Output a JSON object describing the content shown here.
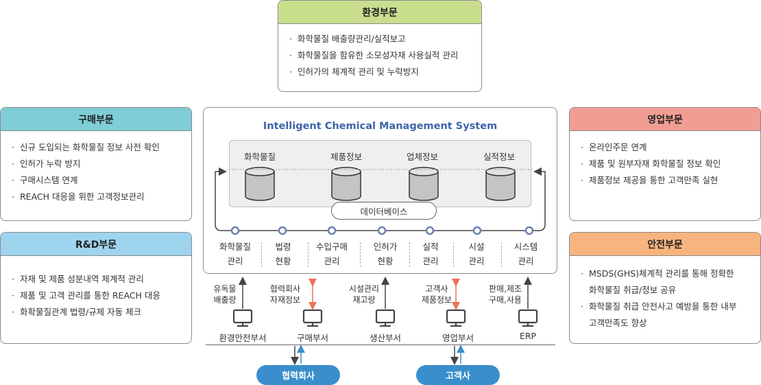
{
  "departments": {
    "env": {
      "title": "환경부문",
      "items": [
        "화학물질 배출량관리/실적보고",
        "화학물질을 함유한 소모성자재 사용실적 관리",
        "인허가의 체계적 관리 및 누락방지"
      ]
    },
    "purchase": {
      "title": "구매부문",
      "items": [
        "신규 도입되는 화학물질 정보 사전 확인",
        "인허가 누락 방지",
        "구매시스템 연계",
        "REACH 대응을 위한 고객정보관리"
      ]
    },
    "rnd": {
      "title": "R&D부문",
      "items": [
        "자재 및 제품 성분내역 체계적 관리",
        "제품 및 고객 관리를 통한 REACH 대응",
        "화확물질관계 법령/규제 자동 체크"
      ]
    },
    "sales": {
      "title": "영업부문",
      "items": [
        "온라인주문 연계",
        "제품 및 원부자재 화학물질 정보 확인",
        "제품정보 제공을 통한 고객만족 실현"
      ]
    },
    "safety": {
      "title": "안전부문",
      "items": [
        {
          "line1": "MSDS(GHS)체계적 관리를 통해 정확한",
          "line2": "화학물질 취급/정보 공유"
        },
        {
          "line1": "화학물질 취급 안전사고 예방을 통한 내부",
          "line2": "고객만족도 향상"
        }
      ]
    }
  },
  "system": {
    "title": "Intelligent Chemical Management System",
    "databases": [
      "화학물질",
      "제품정보",
      "업체정보",
      "실적정보"
    ],
    "db_label": "데이터베이스",
    "modules": [
      {
        "line1": "화학물질",
        "line2": "관리"
      },
      {
        "line1": "법령",
        "line2": "현황"
      },
      {
        "line1": "수입구매",
        "line2": "관리"
      },
      {
        "line1": "인허가",
        "line2": "현황"
      },
      {
        "line1": "실적",
        "line2": "관리"
      },
      {
        "line1": "시설",
        "line2": "관리"
      },
      {
        "line1": "시스템",
        "line2": "관리"
      }
    ]
  },
  "flows": [
    {
      "line1": "유독물",
      "line2": "배출량"
    },
    {
      "line1": "협력회사",
      "line2": "자재정보"
    },
    {
      "line1": "시설관리",
      "line2": "재고량"
    },
    {
      "line1": "고객사",
      "line2": "제품정보"
    },
    {
      "line1": "판매,제조",
      "line2": "구매,사용"
    }
  ],
  "terminals": [
    "환경안전부서",
    "구매부서",
    "생산부서",
    "영업부서",
    "ERP"
  ],
  "external": [
    "협력회사",
    "고객사"
  ],
  "colors": {
    "accent": "#3d64a8",
    "bidirectional_up": "#e8735a",
    "external_up": "#3a8ecb",
    "node": "#6c7fb2"
  },
  "icons": [
    "database-icon",
    "monitor-icon",
    "arrow-up-icon",
    "bidirectional-arrow-icon"
  ]
}
